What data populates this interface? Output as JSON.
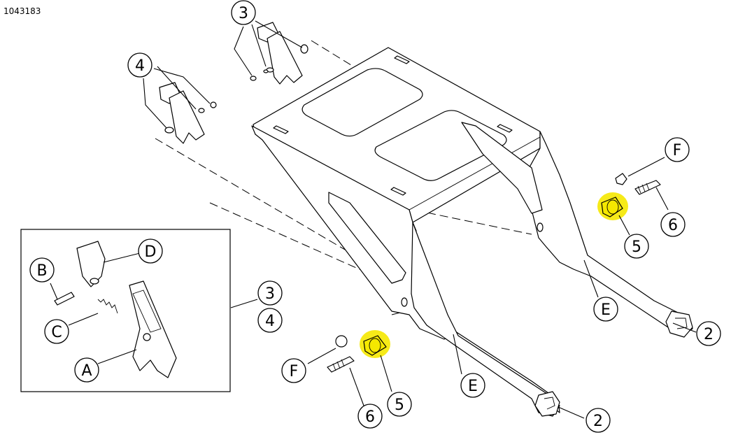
{
  "figure_id": "1043183",
  "highlight_color": "#f5e800",
  "callouts": {
    "c3_top": "3",
    "c4_top": "4",
    "cF_right": "F",
    "c6_right": "6",
    "c5_right": "5",
    "cE_right": "E",
    "c2_right": "2",
    "c3_inset": "3",
    "c4_inset": "4",
    "cF_left": "F",
    "c6_left": "6",
    "c5_left": "5",
    "cE_left": "E",
    "c2_left": "2",
    "cA": "A",
    "cB": "B",
    "cC": "C",
    "cD": "D"
  }
}
